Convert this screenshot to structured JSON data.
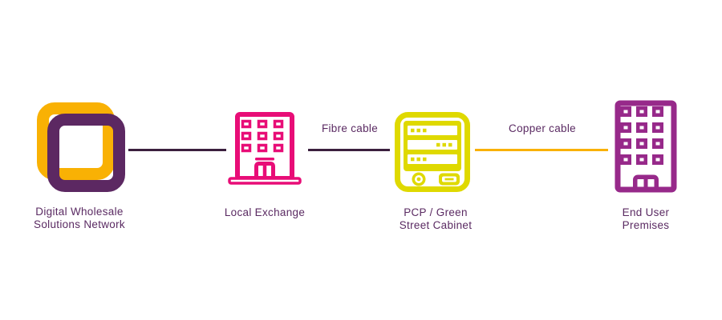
{
  "diagram": {
    "nodes": [
      {
        "id": "network",
        "label": "Digital Wholesale\nSolutions Network",
        "icon": "overlapping-squares-logo-icon"
      },
      {
        "id": "local-exchange",
        "label": "Local Exchange",
        "icon": "exchange-building-icon"
      },
      {
        "id": "street-cabinet",
        "label": "PCP / Green\nStreet Cabinet",
        "icon": "street-cabinet-icon"
      },
      {
        "id": "end-user",
        "label": "End User Premises",
        "icon": "premises-building-icon"
      }
    ],
    "links": [
      {
        "from": "network",
        "to": "local-exchange",
        "label": "",
        "style": "dark-purple"
      },
      {
        "from": "local-exchange",
        "to": "street-cabinet",
        "label": "Fibre cable",
        "style": "dark-purple"
      },
      {
        "from": "street-cabinet",
        "to": "end-user",
        "label": "Copper cable",
        "style": "yellow"
      }
    ],
    "colors": {
      "brand_yellow": "#F9B104",
      "logo_purple": "#5C2862",
      "exchange_pink": "#E80D77",
      "cabinet_yellow": "#DFD900",
      "premises_purple": "#97298A",
      "text_purple": "#5A2A62",
      "dark_link": "#3B1F3E"
    }
  }
}
